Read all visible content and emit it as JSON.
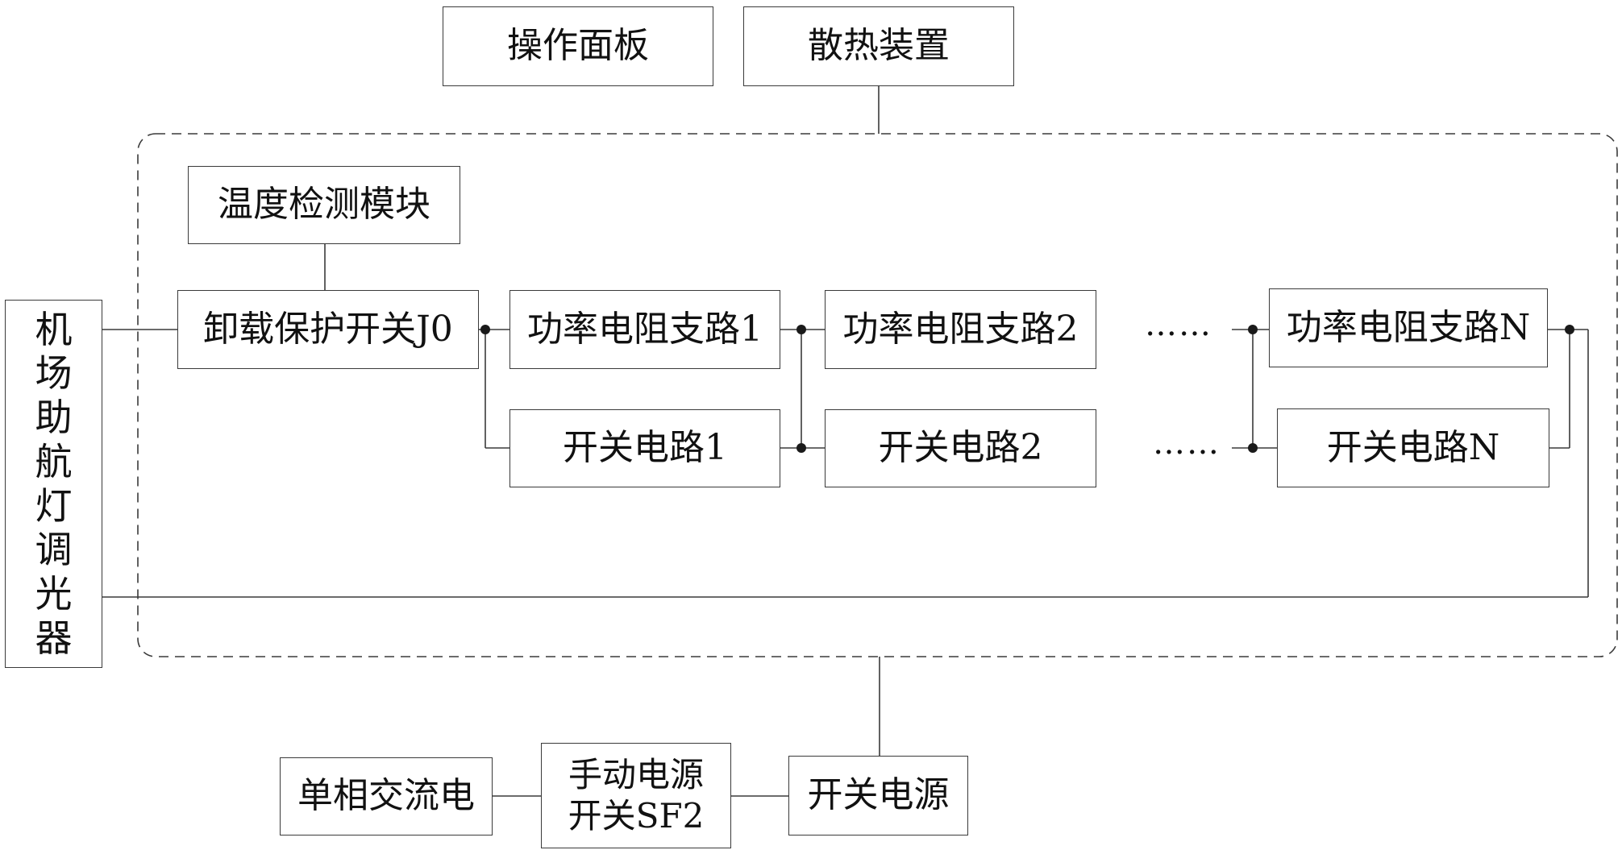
{
  "top": {
    "operation_panel": "操作面板",
    "cooling_device": "散热装置"
  },
  "dimmer": {
    "label_chars": [
      "机",
      "场",
      "助",
      "航",
      "灯",
      "调",
      "光",
      "器"
    ]
  },
  "module": {
    "temperature_detection": "温度检测模块",
    "unload_protection_switch": "卸载保护开关J0",
    "power_resistor_branch_1": "功率电阻支路1",
    "power_resistor_branch_2": "功率电阻支路2",
    "power_resistor_branch_n": "功率电阻支路N",
    "switch_circuit_1": "开关电路1",
    "switch_circuit_2": "开关电路2",
    "switch_circuit_n": "开关电路N",
    "ellipsis_top": "……",
    "ellipsis_bottom": "……"
  },
  "power": {
    "single_phase_ac": "单相交流电",
    "manual_switch_line1": "手动电源",
    "manual_switch_line2": "开关SF2",
    "switching_power_supply": "开关电源"
  }
}
